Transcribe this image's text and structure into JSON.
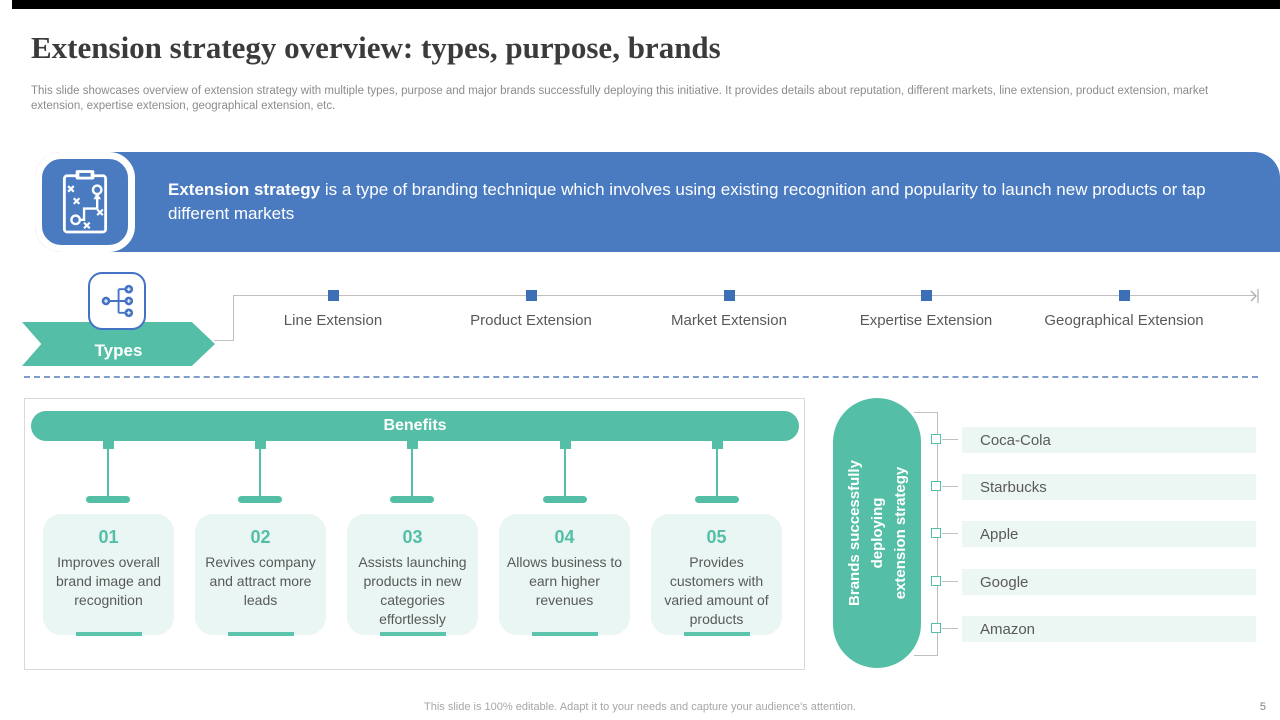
{
  "slide": {
    "title": "Extension strategy overview: types, purpose, brands",
    "subtitle": "This slide showcases overview of extension strategy with multiple types, purpose and major brands successfully deploying this initiative. It provides details about reputation, different markets, line extension, product extension, market extension, expertise extension, geographical extension, etc.",
    "footer": "This slide is 100% editable.  Adapt it to your needs and capture your audience's attention.",
    "page_number": "5"
  },
  "banner": {
    "bold_text": "Extension strategy",
    "text": " is a type of branding technique which involves using existing recognition and popularity  to launch new products or tap different markets",
    "icon": "strategy-clipboard-icon",
    "bg_color": "#4a7bc1"
  },
  "types": {
    "label": "Types",
    "icon": "hierarchy-icon",
    "items": [
      "Line Extension",
      "Product Extension",
      "Market Extension",
      "Expertise Extension",
      "Geographical Extension"
    ]
  },
  "benefits": {
    "header": "Benefits",
    "items": [
      {
        "number": "01",
        "text": "Improves overall brand image and recognition"
      },
      {
        "number": "02",
        "text": "Revives company and attract more leads"
      },
      {
        "number": "03",
        "text": "Assists launching products in new categories effortlessly"
      },
      {
        "number": "04",
        "text": "Allows business to earn higher revenues"
      },
      {
        "number": "05",
        "text": "Provides customers with varied amount of products"
      }
    ]
  },
  "brands": {
    "title_lines": [
      "Brands successfully",
      "deploying",
      "extension strategy"
    ],
    "items": [
      "Coca-Cola",
      "Starbucks",
      "Apple",
      "Google",
      "Amazon"
    ]
  },
  "colors": {
    "teal": "#54bfa6",
    "teal_light": "#e9f6f3",
    "banner_blue": "#4a7bc1",
    "marker_blue": "#3d6fb6",
    "body_text": "#595959",
    "dashed_line": "#7f9dc9"
  }
}
